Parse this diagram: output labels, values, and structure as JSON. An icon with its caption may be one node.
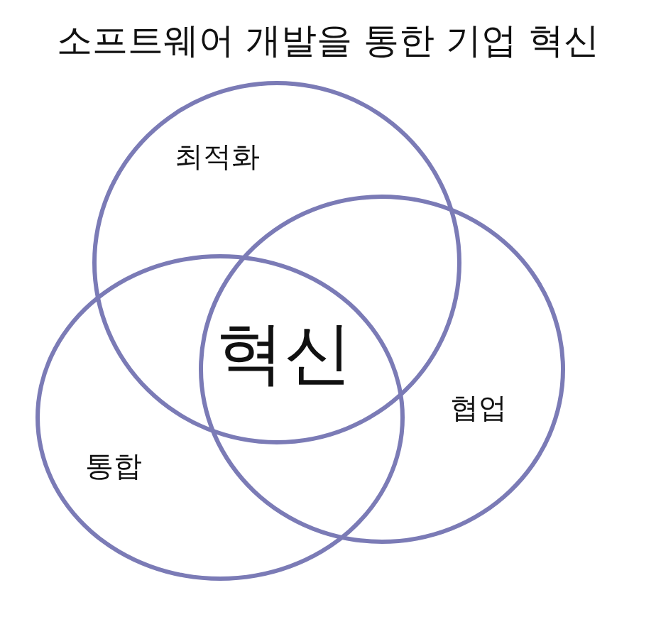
{
  "diagram": {
    "title": "소프트웨어 개발을 통한 기업 혁신",
    "nodes": [
      {
        "text": [
          "최적화"
        ]
      },
      {
        "text": [
          "협업"
        ]
      },
      {
        "text": [
          "통합"
        ]
      }
    ],
    "labels": [
      "혁신"
    ]
  }
}
